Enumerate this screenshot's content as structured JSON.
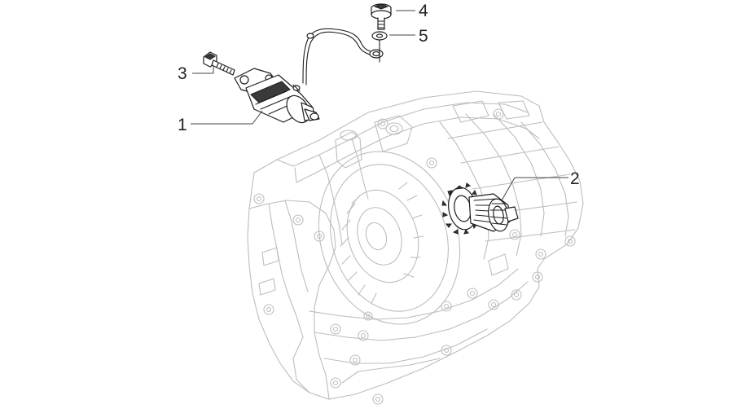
{
  "colors": {
    "background": "#ffffff",
    "callout_text": "#222222",
    "leader_line": "#444444",
    "housing_outline": "#bdbdbd",
    "part_outline": "#1e1e1e"
  },
  "callouts": [
    {
      "id": "1",
      "label": "1",
      "part": "starter-motor"
    },
    {
      "id": "2",
      "label": "2",
      "part": "starter-gear"
    },
    {
      "id": "3",
      "label": "3",
      "part": "mounting-screw"
    },
    {
      "id": "4",
      "label": "4",
      "part": "terminal-bolt"
    },
    {
      "id": "5",
      "label": "5",
      "part": "washer"
    }
  ]
}
